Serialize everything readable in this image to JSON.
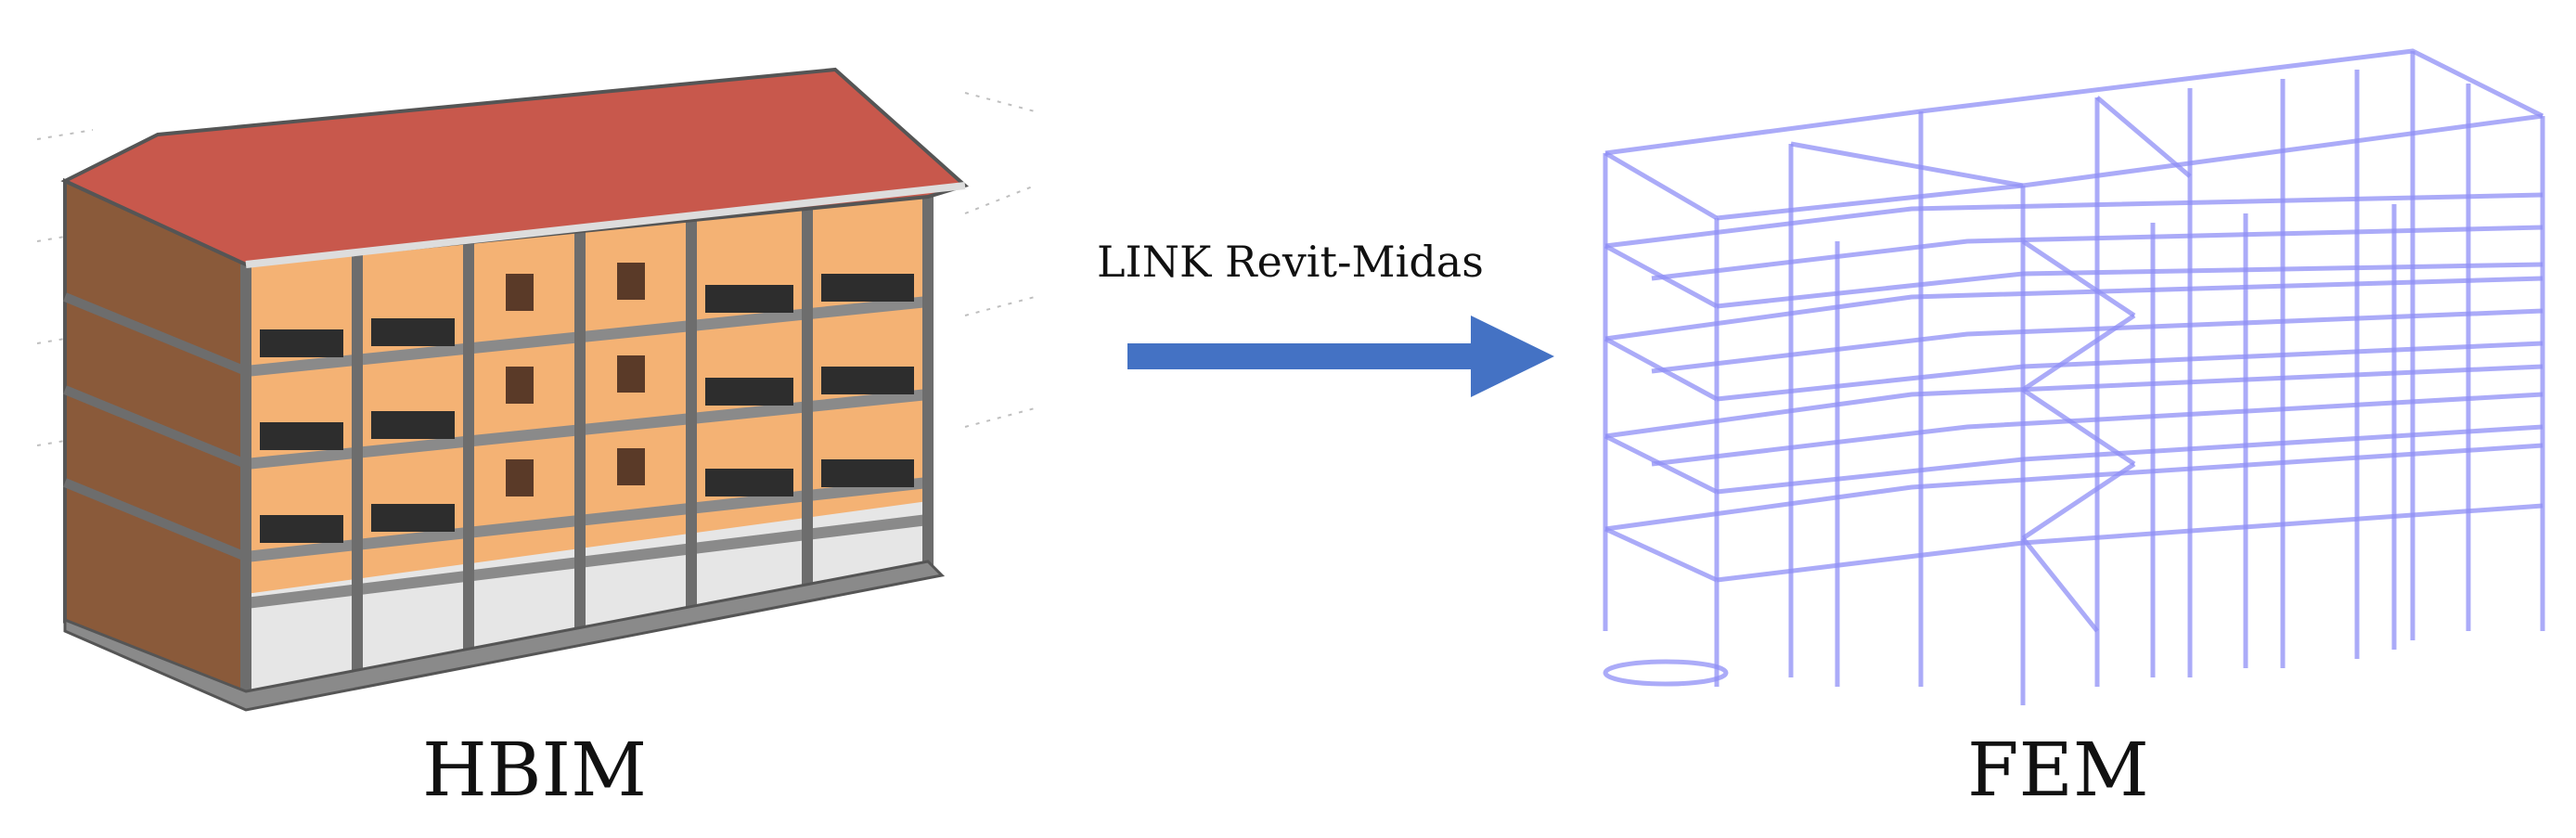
{
  "link_label": "LINK Revit-Midas",
  "left_caption": "HBIM",
  "right_caption": "FEM",
  "colors": {
    "roof": "#c8584c",
    "facade_wall": "#f4b274",
    "side_wall": "#8a5a3a",
    "frame_grey": "#7d7d7d",
    "arrow": "#4472c4",
    "wireframe": "#8f8ff5"
  },
  "icons": {
    "arrow": "right-arrow-icon"
  }
}
